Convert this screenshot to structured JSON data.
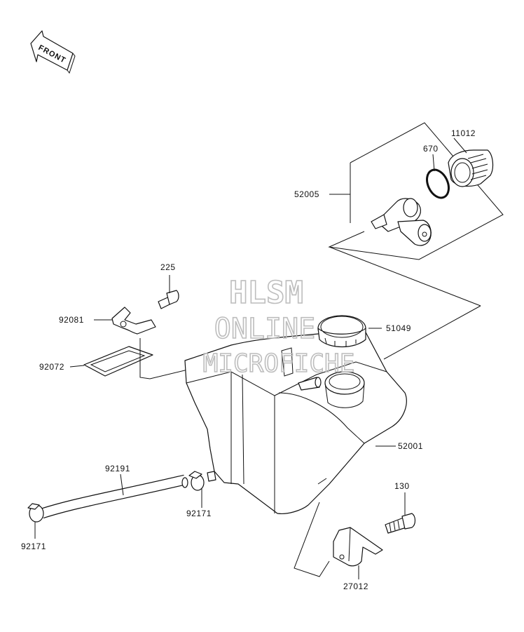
{
  "front_arrow": {
    "label": "FRONT",
    "icon": "front-direction-arrow-icon"
  },
  "watermark": {
    "line1": "HLSM",
    "line2": "ONLINE",
    "line3": "MICROFICHE",
    "color": "#bdbdbd"
  },
  "parts": [
    {
      "id": "11012"
    },
    {
      "id": "670"
    },
    {
      "id": "52005"
    },
    {
      "id": "225"
    },
    {
      "id": "92081"
    },
    {
      "id": "51049"
    },
    {
      "id": "92072"
    },
    {
      "id": "52001"
    },
    {
      "id": "92191"
    },
    {
      "id": "92171"
    },
    {
      "id": "92171"
    },
    {
      "id": "130"
    },
    {
      "id": "27012"
    }
  ]
}
